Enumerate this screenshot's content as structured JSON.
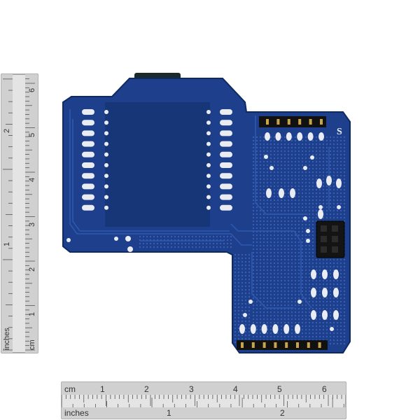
{
  "colors": {
    "board": "#1d3f8c",
    "board_dark": "#12306e",
    "pad": "#e9ecf2",
    "header": "#111111",
    "ruler_bg": "#d9d9d9",
    "ruler_line": "#555555"
  },
  "vertical_ruler": {
    "cm_unit": "cm",
    "inch_unit": "inches",
    "cm_ticks": [
      "1",
      "2",
      "3",
      "4",
      "5",
      "6"
    ],
    "inch_ticks": [
      "1",
      "2"
    ]
  },
  "horizontal_ruler": {
    "cm_unit": "cm",
    "inch_unit": "inches",
    "cm_ticks": [
      "1",
      "2",
      "3",
      "4",
      "5",
      "6"
    ],
    "inch_ticks": [
      "1",
      "2"
    ]
  },
  "board": {
    "silk_mark": "S"
  }
}
